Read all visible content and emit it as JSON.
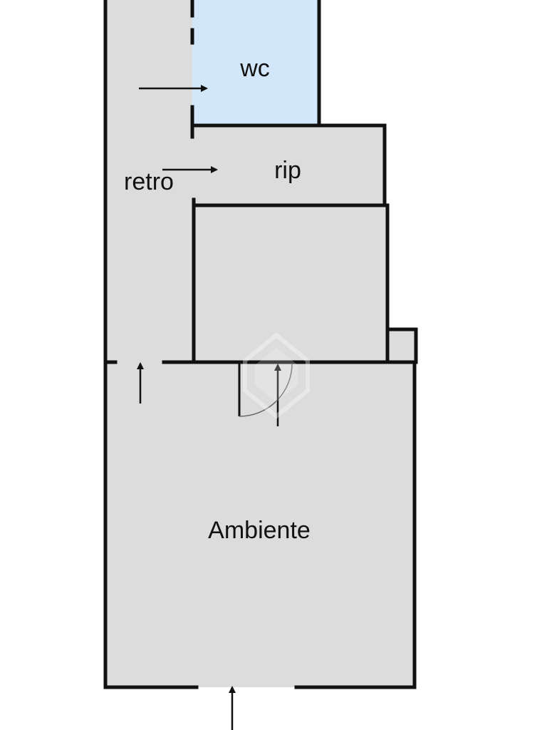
{
  "rooms": {
    "wc": {
      "label": "wc"
    },
    "rip": {
      "label": "rip"
    },
    "retro": {
      "label": "retro"
    },
    "ambiente": {
      "label": "Ambiente"
    }
  },
  "colors": {
    "floor": "#dcdcdc",
    "wc_floor": "#d3e7fb",
    "wall": "#111111",
    "background": "#ffffff"
  },
  "icons": [
    "direction-arrow-icon",
    "door-swing-icon",
    "watermark-logo-icon"
  ]
}
